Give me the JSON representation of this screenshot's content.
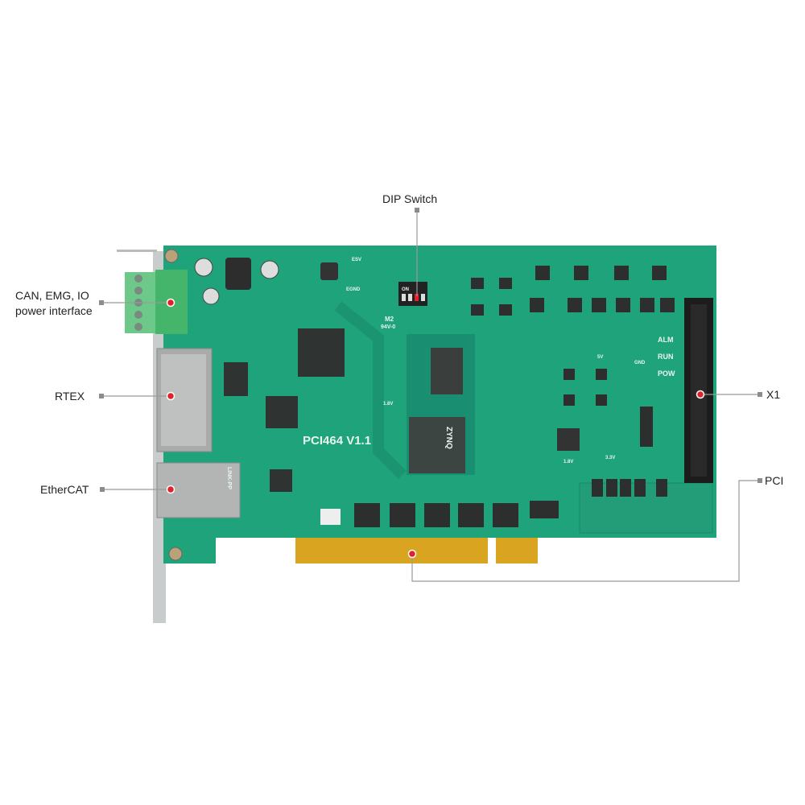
{
  "callouts": {
    "dip_switch": "DIP Switch",
    "power_interface_line1": "CAN, EMG, IO",
    "power_interface_line2": "power interface",
    "rtex": "RTEX",
    "ethercat": "EtherCAT",
    "x1": "X1",
    "pci": "PCI"
  },
  "board": {
    "model": "PCI464 V1.1",
    "cert_line1": "M2",
    "cert_line2": "94V-0",
    "led_alm": "ALM",
    "led_run": "RUN",
    "led_pow": "POW",
    "egnd": "EGND",
    "esv": "ESV",
    "tp_5v": "5V",
    "tp_1v8": "1.8V",
    "tp_1v8b": "1.8V",
    "tp_3v3": "3.3V",
    "tp_gnd": "GND",
    "dip_on": "ON",
    "fpga": "ZYNQ",
    "magjack": "LINK-PP"
  },
  "colors": {
    "pcb": "#1fa37a",
    "marker": "#e0212b",
    "leader": "#9a9a9a",
    "gold": "#d9a520"
  }
}
